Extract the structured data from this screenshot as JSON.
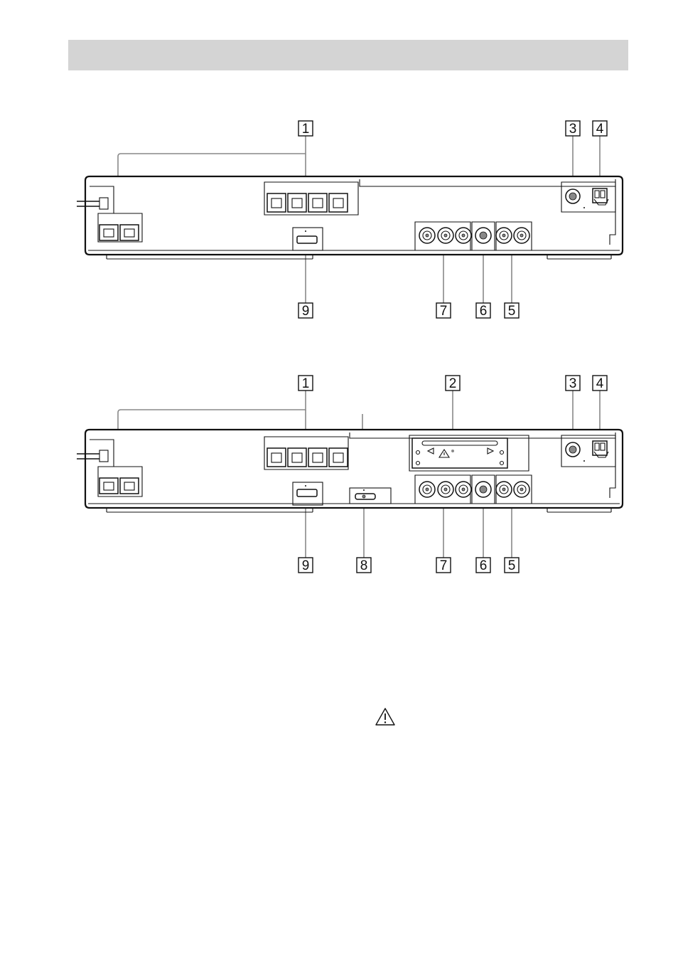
{
  "page": {
    "header_band_text": ""
  },
  "diagram_top": {
    "callouts": [
      "1",
      "3",
      "4",
      "9",
      "7",
      "6",
      "5"
    ]
  },
  "diagram_bottom": {
    "callouts": [
      "1",
      "2",
      "3",
      "4",
      "9",
      "8",
      "7",
      "6",
      "5"
    ]
  },
  "icons": {
    "caution": "warning-triangle-icon"
  }
}
